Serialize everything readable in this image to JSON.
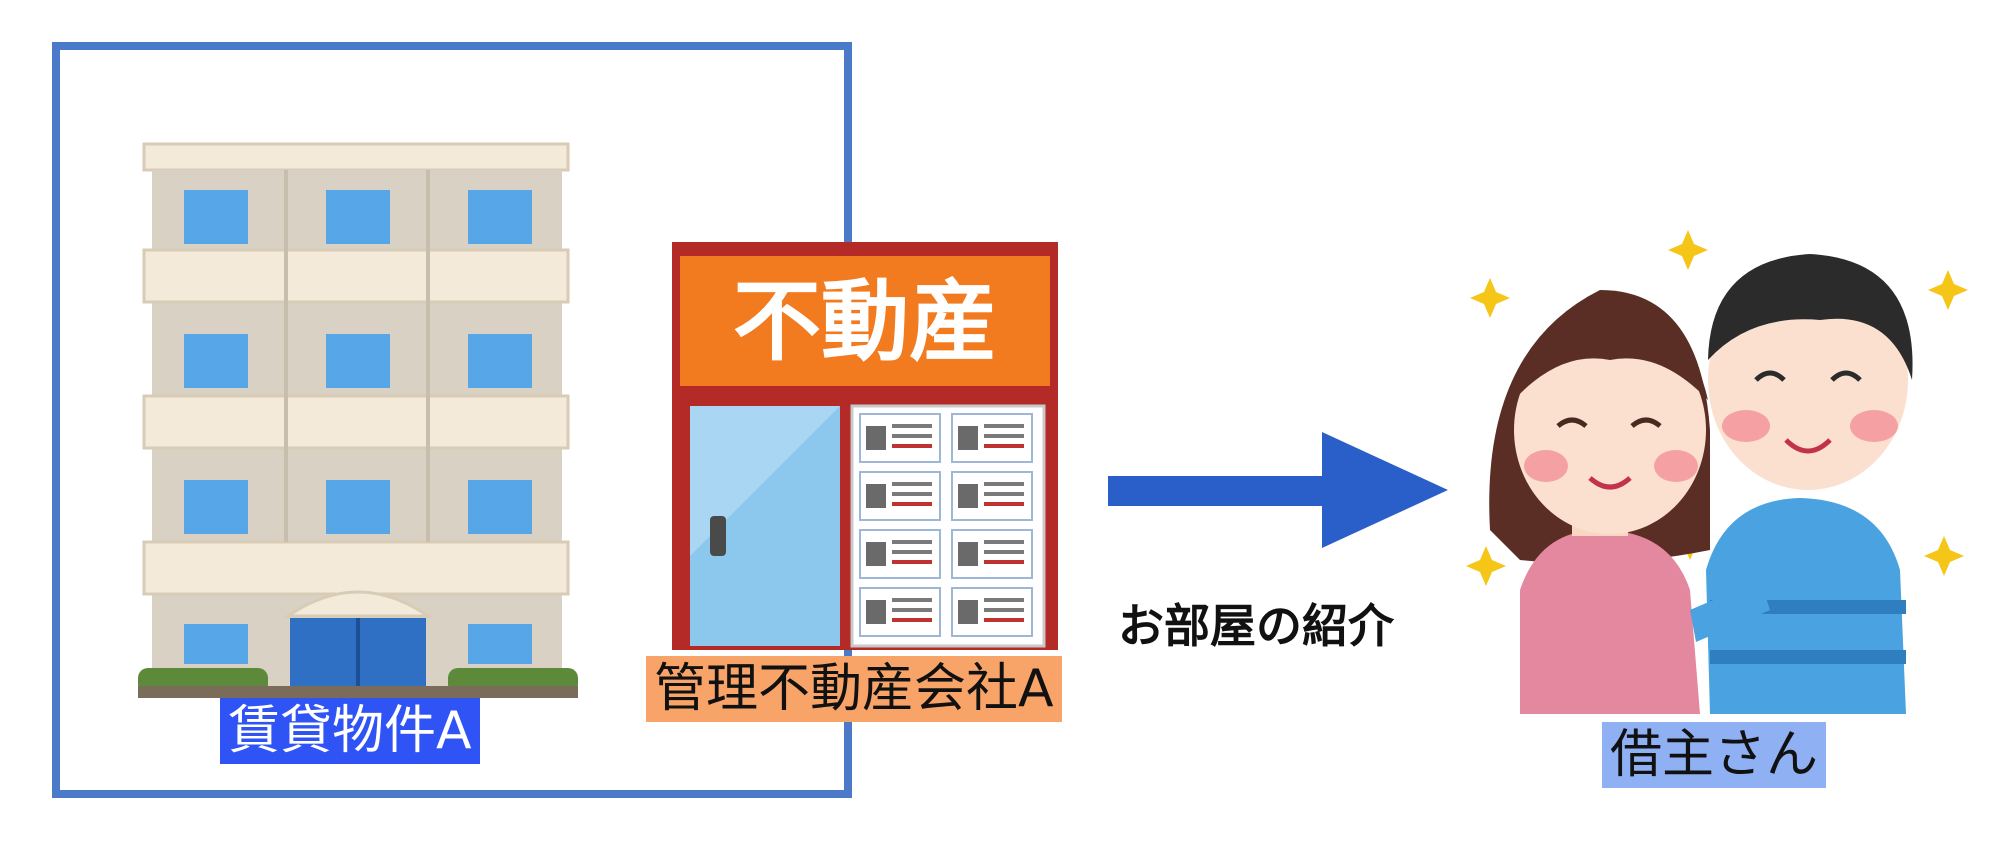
{
  "labels": {
    "property": "賃貸物件A",
    "agency": "管理不動産会社A",
    "tenant": "借主さん"
  },
  "shop_sign": "不動産",
  "arrow_caption": "お部屋の紹介",
  "icons": {
    "building": "apartment-building-icon",
    "shop": "real-estate-shop-icon",
    "couple": "happy-couple-icon",
    "arrow": "arrow-right-icon"
  },
  "colors": {
    "frame": "#4a7ac8",
    "property_label": "#2f53f5",
    "agency_label": "#f8a468",
    "tenant_label": "#8fb0f2",
    "arrow": "#2a5fc9"
  }
}
